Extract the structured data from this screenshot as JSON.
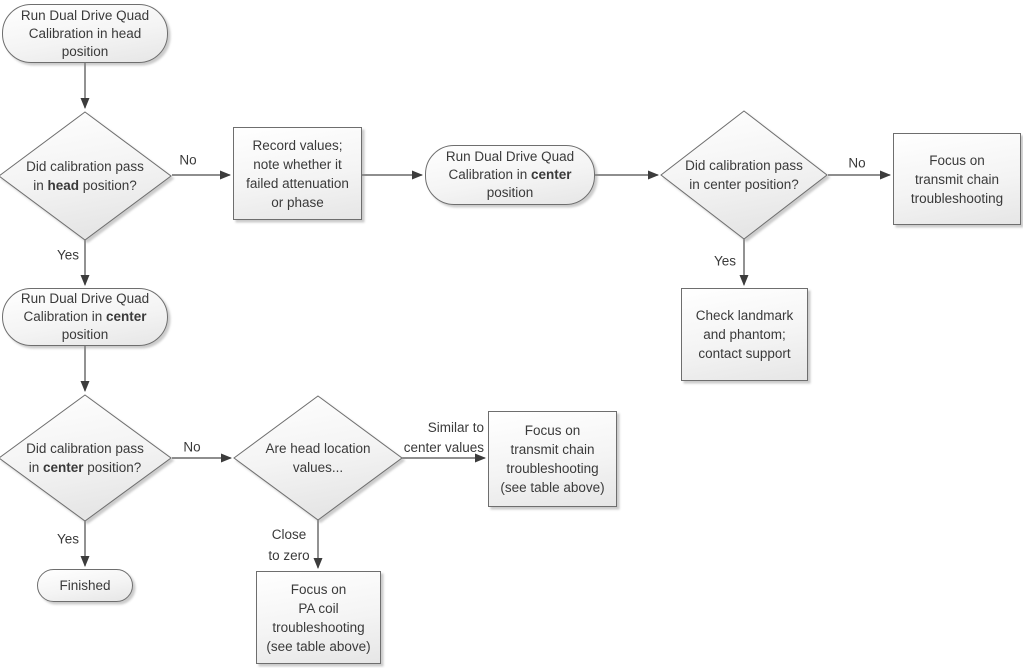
{
  "diagram": {
    "colors": {
      "shape_fill_top": "#ffffff",
      "shape_fill_bottom": "#e6e6e6",
      "shape_stroke": "#6e6e6e",
      "connector": "#4a4a4a",
      "text": "#3a3a3a"
    },
    "nodes": {
      "run_head": {
        "type": "terminator",
        "line1": "Run Dual Drive Quad",
        "line2": "Calibration in head",
        "line3": "position"
      },
      "pass_head": {
        "type": "decision",
        "line1": "Did calibration pass",
        "line2_pre": "in ",
        "line2_bold": "head",
        "line2_post": " position?"
      },
      "record_values": {
        "type": "process",
        "line1": "Record values;",
        "line2": "note whether it",
        "line3": "failed attenuation",
        "line4": "or phase"
      },
      "run_center_top": {
        "type": "terminator",
        "line1": "Run Dual Drive Quad",
        "line2_pre": "Calibration in ",
        "line2_bold": "center",
        "line3": "position"
      },
      "pass_center_right": {
        "type": "decision",
        "line1": "Did calibration pass",
        "line2": "in center position?"
      },
      "transmit_chain_right": {
        "type": "process",
        "line1": "Focus on",
        "line2": "transmit chain",
        "line3": "troubleshooting"
      },
      "check_landmark": {
        "type": "process",
        "line1": "Check landmark",
        "line2": "and phantom;",
        "line3": "contact support"
      },
      "run_center_left": {
        "type": "terminator",
        "line1": "Run Dual Drive Quad",
        "line2_pre": "Calibration in ",
        "line2_bold": "center",
        "line3": "position"
      },
      "pass_center_left": {
        "type": "decision",
        "line1": "Did calibration pass",
        "line2_pre": "in ",
        "line2_bold": "center",
        "line2_post": " position?"
      },
      "finished": {
        "type": "terminator",
        "line1": "Finished"
      },
      "head_values": {
        "type": "decision",
        "line1": "Are head location",
        "line2": "values..."
      },
      "transmit_chain_bottom": {
        "type": "process",
        "line1": "Focus on",
        "line2": "transmit chain",
        "line3": "troubleshooting",
        "line4": "(see table above)"
      },
      "pa_coil": {
        "type": "process",
        "line1": "Focus on",
        "line2": "PA coil",
        "line3": "troubleshooting",
        "line4": "(see table above)"
      }
    },
    "edge_labels": {
      "no_head": "No",
      "yes_head": "Yes",
      "no_center_right": "No",
      "yes_center_right": "Yes",
      "yes_center_left": "Yes",
      "no_center_left": "No",
      "similar_line1": "Similar to",
      "similar_line2": "center values",
      "close_line1": "Close",
      "close_line2": "to zero"
    }
  }
}
